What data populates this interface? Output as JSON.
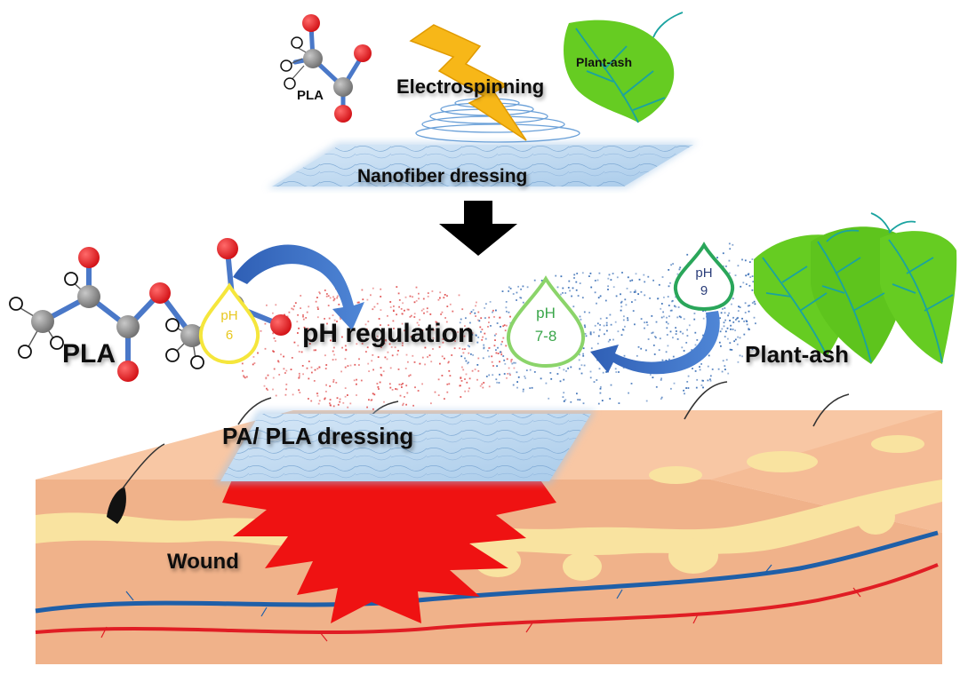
{
  "labels": {
    "pla_small": "PLA",
    "electrospinning": "Electrospinning",
    "plant_ash_small": "Plant-ash",
    "nanofiber_dressing": "Nanofiber dressing",
    "pla_large": "PLA",
    "ph_regulation": "pH regulation",
    "plant_ash_large": "Plant-ash",
    "pa_pla_dressing": "PA/ PLA dressing",
    "wound": "Wound"
  },
  "drops": [
    {
      "id": "ph6",
      "ph": "pH",
      "value": "6",
      "color": "#f5e63c"
    },
    {
      "id": "ph78",
      "ph": "pH",
      "value": "7-8",
      "color": "#8bd46a"
    },
    {
      "id": "ph9",
      "ph": "pH",
      "value": "9",
      "color": "#2aa65a"
    }
  ],
  "colors": {
    "oxygen": "#e8141c",
    "carbon": "#8a8a8a",
    "bond": "#4a78c8",
    "leaf": "#66cc22",
    "leaf_vein": "#1aa3a0",
    "bolt": "#f7b718",
    "skin_top": "#f7c8a6",
    "skin_side": "#f0b28a",
    "fat": "#f9e3a0",
    "vein": "#1f5fa8",
    "artery": "#e01d24",
    "wound": "#ef1212",
    "arrow_curved": "#3c6bc0",
    "particle_red": "#e05050",
    "particle_blue": "#3a6fb6"
  }
}
